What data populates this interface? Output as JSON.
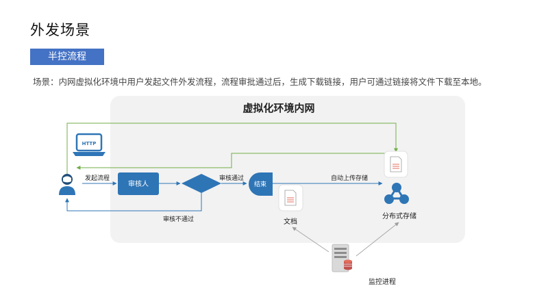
{
  "page": {
    "title": "外发场景",
    "section_tag": "半控流程",
    "scene_text": "场景：内网虚拟化环境中用户发起文件外发流程，流程审批通过后，生成下载链接，用户可通过链接将文件下载至本地。"
  },
  "diagram": {
    "zone_title": "虚拟化环境内网",
    "http_label": "HTTP",
    "flow_label_initiate": "发起流程",
    "reviewer_label": "审核人",
    "approved_label": "审核通过",
    "rejected_label": "审核不通过",
    "end_label": "结束",
    "auto_upload_label": "自动上传存储",
    "document_label": "文档",
    "distributed_storage_label": "分布式存储",
    "monitor_label": "监控进程"
  },
  "colors": {
    "accent": "#4472c4",
    "node_blue": "#2e75b6",
    "green_line": "#70ad47",
    "zone_bg": "#f2f2f2",
    "doc_red": "#e36c5c"
  },
  "icons": {
    "user": "user-icon",
    "http": "http-laptop-icon",
    "document": "document-icon",
    "storage": "distributed-storage-icon",
    "monitor": "server-database-icon"
  }
}
